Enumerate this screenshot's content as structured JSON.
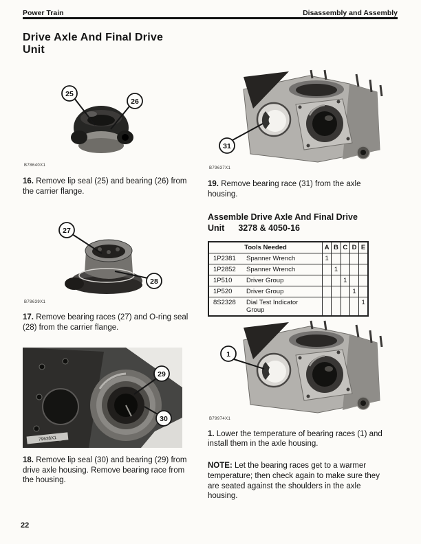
{
  "header": {
    "left": "Power Train",
    "right": "Disassembly and Assembly"
  },
  "title": {
    "line1": "Drive Axle And Final Drive",
    "line2": "Unit"
  },
  "figures": {
    "fig16": {
      "caption": "B78640X1",
      "callout_a": "25",
      "callout_b": "26"
    },
    "fig17": {
      "caption": "B78639X1",
      "callout_a": "27",
      "callout_b": "28"
    },
    "fig18": {
      "caption": "79638X1",
      "callout_a": "29",
      "callout_b": "30"
    },
    "fig19": {
      "caption": "B79637X1",
      "callout_a": "31"
    },
    "fig1": {
      "caption": "B79974X1",
      "callout_a": "1"
    }
  },
  "steps": {
    "s16": {
      "num": "16.",
      "text": "Remove lip seal (25) and bearing (26) from the carrier flange."
    },
    "s17": {
      "num": "17.",
      "text": "Remove bearing races (27) and O-ring seal (28) from the carrier flange."
    },
    "s18": {
      "num": "18.",
      "text": "Remove lip seal (30) and bearing (29) from drive axle housing. Remove bearing race from the housing."
    },
    "s19": {
      "num": "19.",
      "text": "Remove bearing race (31) from the axle housing."
    },
    "s1": {
      "num": "1.",
      "text": "Lower the temperature of bearing races (1) and install them in the axle housing."
    }
  },
  "assemble": {
    "heading_line1": "Assemble Drive Axle And Final Drive",
    "heading_line2_word": "Unit",
    "heading_line2_ref": "3278 & 4050-16"
  },
  "tools_table": {
    "title": "Tools Needed",
    "columns": [
      "A",
      "B",
      "C",
      "D",
      "E"
    ],
    "rows": [
      {
        "part": "1P2381",
        "name": "Spanner Wrench",
        "A": "1",
        "B": "",
        "C": "",
        "D": "",
        "E": ""
      },
      {
        "part": "1P2852",
        "name": "Spanner Wrench",
        "A": "",
        "B": "1",
        "C": "",
        "D": "",
        "E": ""
      },
      {
        "part": "1P510",
        "name": "Driver Group",
        "A": "",
        "B": "",
        "C": "1",
        "D": "",
        "E": ""
      },
      {
        "part": "1P520",
        "name": "Driver Group",
        "A": "",
        "B": "",
        "C": "",
        "D": "1",
        "E": ""
      },
      {
        "part": "8S2328",
        "name": "Dial Test Indicator Group",
        "A": "",
        "B": "",
        "C": "",
        "D": "",
        "E": "1"
      }
    ]
  },
  "note": {
    "label": "NOTE:",
    "text": "Let the bearing races get to a warmer temperature; then check again to make sure they are seated against the shoulders in the axle housing."
  },
  "footer": {
    "page_number": "22"
  }
}
